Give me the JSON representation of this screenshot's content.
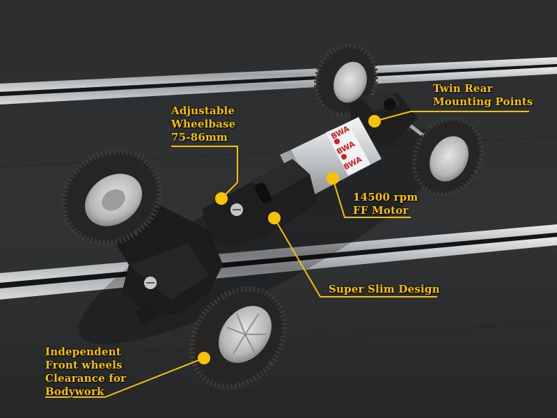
{
  "colors": {
    "track": "#2a2b2d",
    "rail": "#b9bcbe",
    "annotation": "#f7c300",
    "chassis": "#1e1e1f",
    "tire": "#262524",
    "hub": "#c9cacb"
  },
  "motor": {
    "brand_mark": "BWA"
  },
  "callouts": {
    "twin_rear": {
      "line1": "Twin Rear",
      "line2": "Mounting Points"
    },
    "wheelbase": {
      "line1": "Adjustable",
      "line2": "Wheelbase",
      "line3": "75-86mm"
    },
    "motor": {
      "line1": "14500 rpm",
      "line2": "FF Motor"
    },
    "slim": {
      "line1": "Super Slim Design"
    },
    "front": {
      "line1": "Independent",
      "line2": "Front wheels",
      "line3": "Clearance for",
      "line4": "Bodywork"
    }
  }
}
